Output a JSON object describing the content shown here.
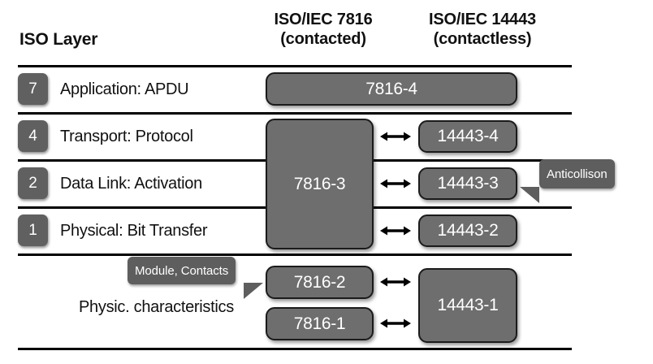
{
  "headers": {
    "iso_layer": "ISO Layer",
    "contacted_line1": "ISO/IEC 7816",
    "contacted_line2": "(contacted)",
    "contactless_line1": "ISO/IEC 14443",
    "contactless_line2": "(contactless)"
  },
  "rows": [
    {
      "number": "7",
      "label": "Application: APDU"
    },
    {
      "number": "4",
      "label": "Transport: Protocol"
    },
    {
      "number": "2",
      "label": "Data Link: Activation"
    },
    {
      "number": "1",
      "label": "Physical: Bit Transfer"
    },
    {
      "number": "",
      "label": "Physic. characteristics"
    }
  ],
  "contacted_boxes": [
    {
      "label": "7816-4"
    },
    {
      "label": "7816-3"
    },
    {
      "label": "7816-2"
    },
    {
      "label": "7816-1"
    }
  ],
  "contactless_boxes": [
    {
      "label": "14443-4"
    },
    {
      "label": "14443-3"
    },
    {
      "label": "14443-2"
    },
    {
      "label": "14443-1"
    }
  ],
  "callouts": [
    {
      "label": "Anticollison"
    },
    {
      "label": "Module, Contacts"
    }
  ],
  "colors": {
    "box_fill": "#6e6e6e",
    "badge_fill": "#606060",
    "callout_fill": "#5e5e5e",
    "box_border": "#1b1b1b",
    "rule": "#000000",
    "text_on_box": "#ffffff",
    "text": "#111111",
    "background": "#ffffff"
  }
}
